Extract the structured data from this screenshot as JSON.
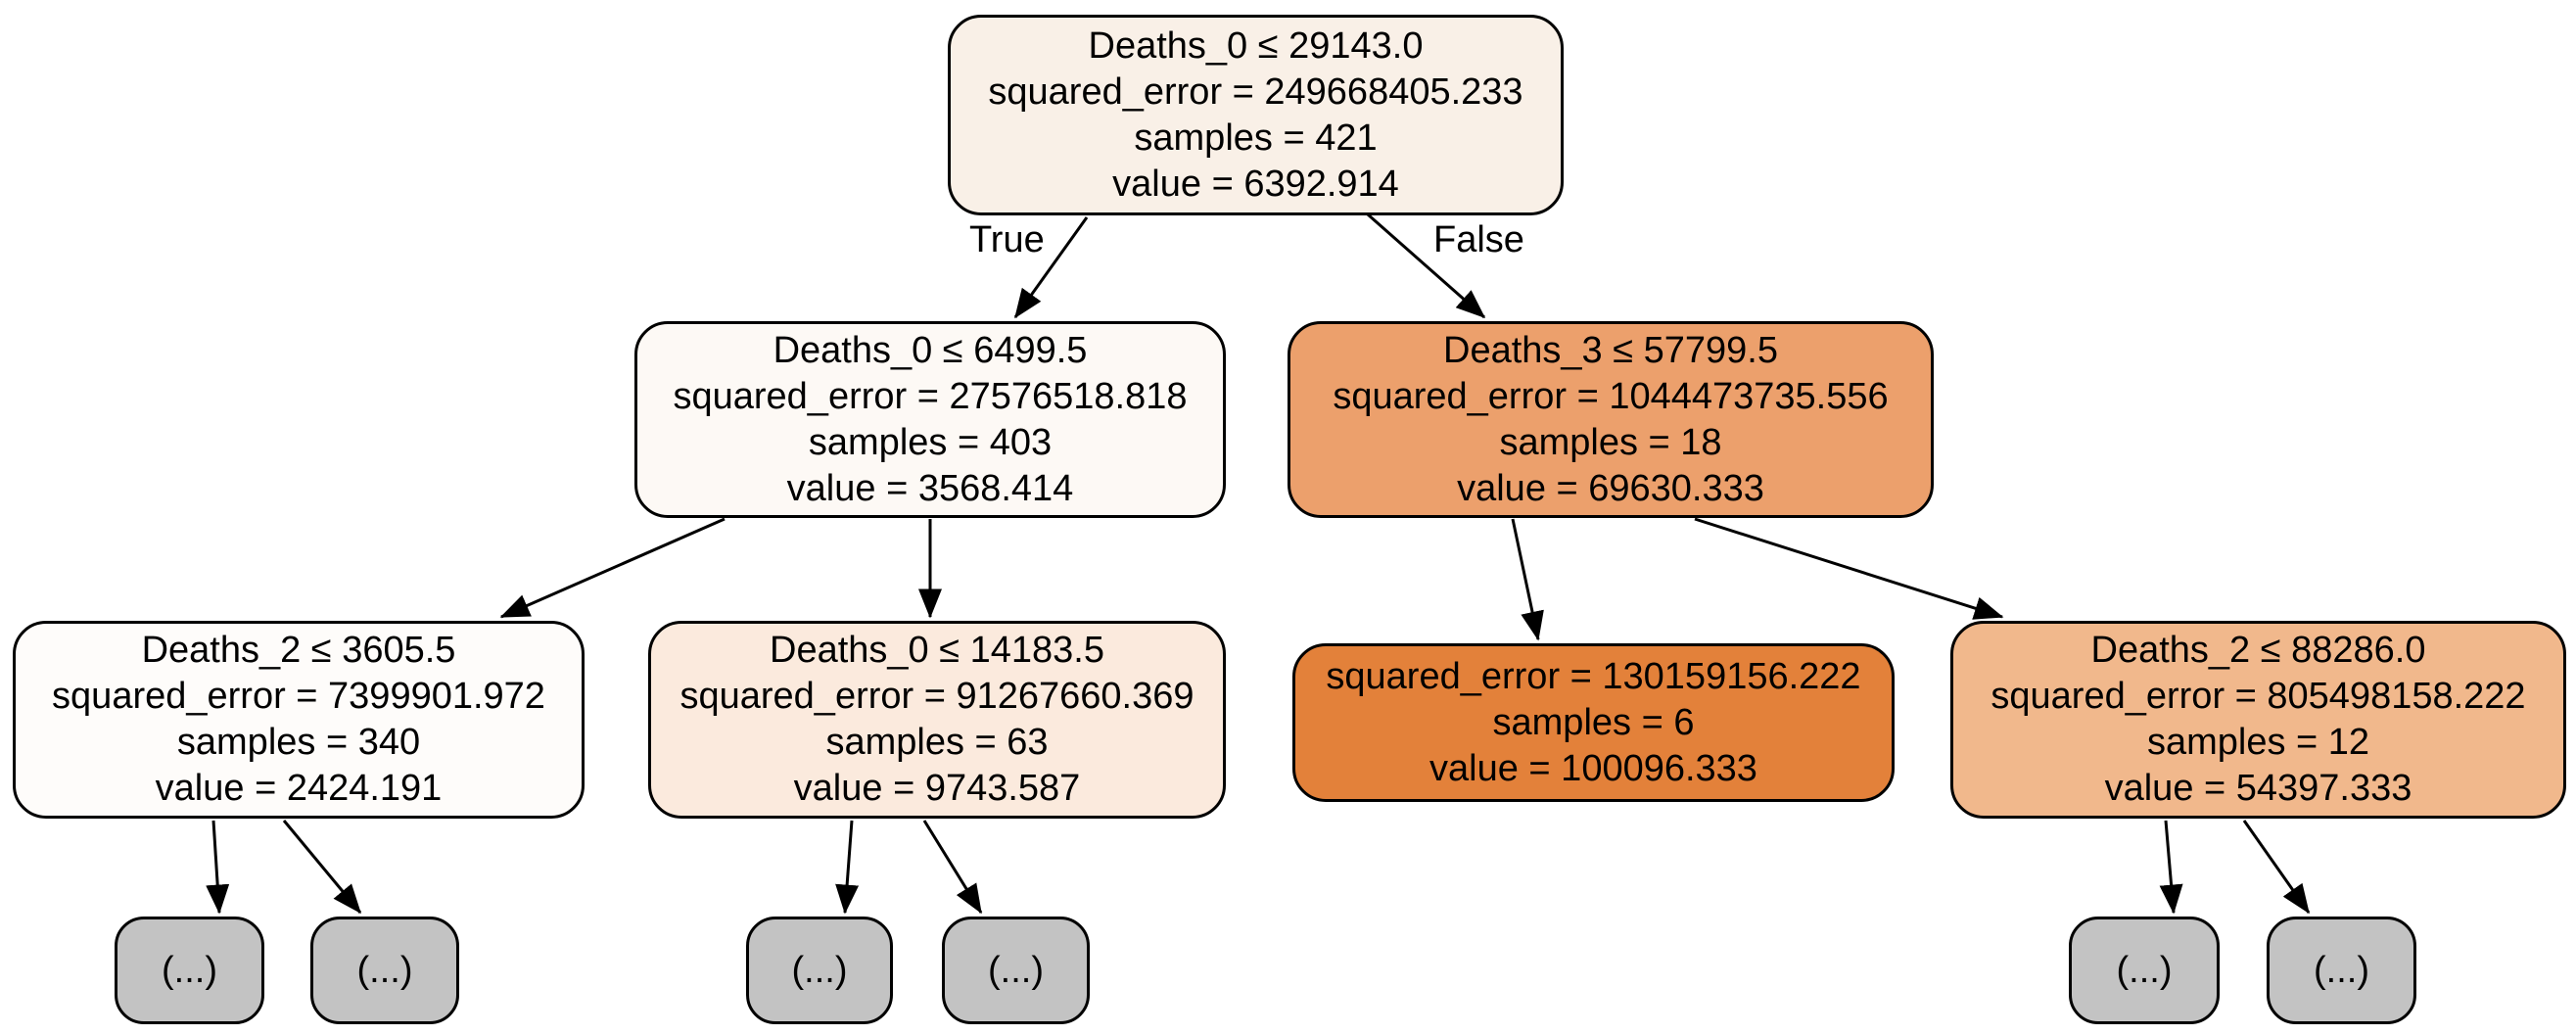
{
  "figure": {
    "type": "decision-tree",
    "background": "#ffffff",
    "colors": {
      "leaf_max_orange": "#e3813a",
      "pruned_gray": "#c3c3c3",
      "border": "#000000",
      "edge": "#000000",
      "text": "#000000"
    },
    "nodes": [
      {
        "id": "root",
        "lines": [
          "Deaths_0 ≤ 29143.0",
          "squared_error = 249668405.233",
          "samples = 421",
          "value = 6392.914"
        ],
        "fill": "#f9f0e7"
      },
      {
        "id": "depth1-left",
        "lines": [
          "Deaths_0 ≤ 6499.5",
          "squared_error = 27576518.818",
          "samples = 403",
          "value = 3568.414"
        ],
        "fill": "#fdf9f5"
      },
      {
        "id": "depth1-right",
        "lines": [
          "Deaths_3 ≤ 57799.5",
          "squared_error = 1044473735.556",
          "samples = 18",
          "value = 69630.333"
        ],
        "fill": "#eca06c"
      },
      {
        "id": "depth2-left-left",
        "lines": [
          "Deaths_2 ≤ 3605.5",
          "squared_error = 7399901.972",
          "samples = 340",
          "value = 2424.191"
        ],
        "fill": "#fefcfa"
      },
      {
        "id": "depth2-left-right",
        "lines": [
          "Deaths_0 ≤ 14183.5",
          "squared_error = 91267660.369",
          "samples = 63",
          "value = 9743.587"
        ],
        "fill": "#fbeadd"
      },
      {
        "id": "depth2-right-left-leaf",
        "lines": [
          "squared_error = 130159156.222",
          "samples = 6",
          "value = 100096.333"
        ],
        "fill": "#e3813a"
      },
      {
        "id": "depth2-right-right",
        "lines": [
          "Deaths_2 ≤ 88286.0",
          "squared_error = 805498158.222",
          "samples = 12",
          "value = 54397.333"
        ],
        "fill": "#f1b88c"
      },
      {
        "id": "pruned-1",
        "lines": [
          "(...)"
        ],
        "fill": "#c3c3c3"
      },
      {
        "id": "pruned-2",
        "lines": [
          "(...)"
        ],
        "fill": "#c3c3c3"
      },
      {
        "id": "pruned-3",
        "lines": [
          "(...)"
        ],
        "fill": "#c3c3c3"
      },
      {
        "id": "pruned-4",
        "lines": [
          "(...)"
        ],
        "fill": "#c3c3c3"
      },
      {
        "id": "pruned-5",
        "lines": [
          "(...)"
        ],
        "fill": "#c3c3c3"
      },
      {
        "id": "pruned-6",
        "lines": [
          "(...)"
        ],
        "fill": "#c3c3c3"
      }
    ],
    "edges": [
      {
        "from": "root",
        "to": "depth1-left",
        "label": "True"
      },
      {
        "from": "root",
        "to": "depth1-right",
        "label": "False"
      },
      {
        "from": "depth1-left",
        "to": "depth2-left-left",
        "label": ""
      },
      {
        "from": "depth1-left",
        "to": "depth2-left-right",
        "label": ""
      },
      {
        "from": "depth1-right",
        "to": "depth2-right-left-leaf",
        "label": ""
      },
      {
        "from": "depth1-right",
        "to": "depth2-right-right",
        "label": ""
      },
      {
        "from": "depth2-left-left",
        "to": "pruned-1",
        "label": ""
      },
      {
        "from": "depth2-left-left",
        "to": "pruned-2",
        "label": ""
      },
      {
        "from": "depth2-left-right",
        "to": "pruned-3",
        "label": ""
      },
      {
        "from": "depth2-left-right",
        "to": "pruned-4",
        "label": ""
      },
      {
        "from": "depth2-right-right",
        "to": "pruned-5",
        "label": ""
      },
      {
        "from": "depth2-right-right",
        "to": "pruned-6",
        "label": ""
      }
    ]
  }
}
